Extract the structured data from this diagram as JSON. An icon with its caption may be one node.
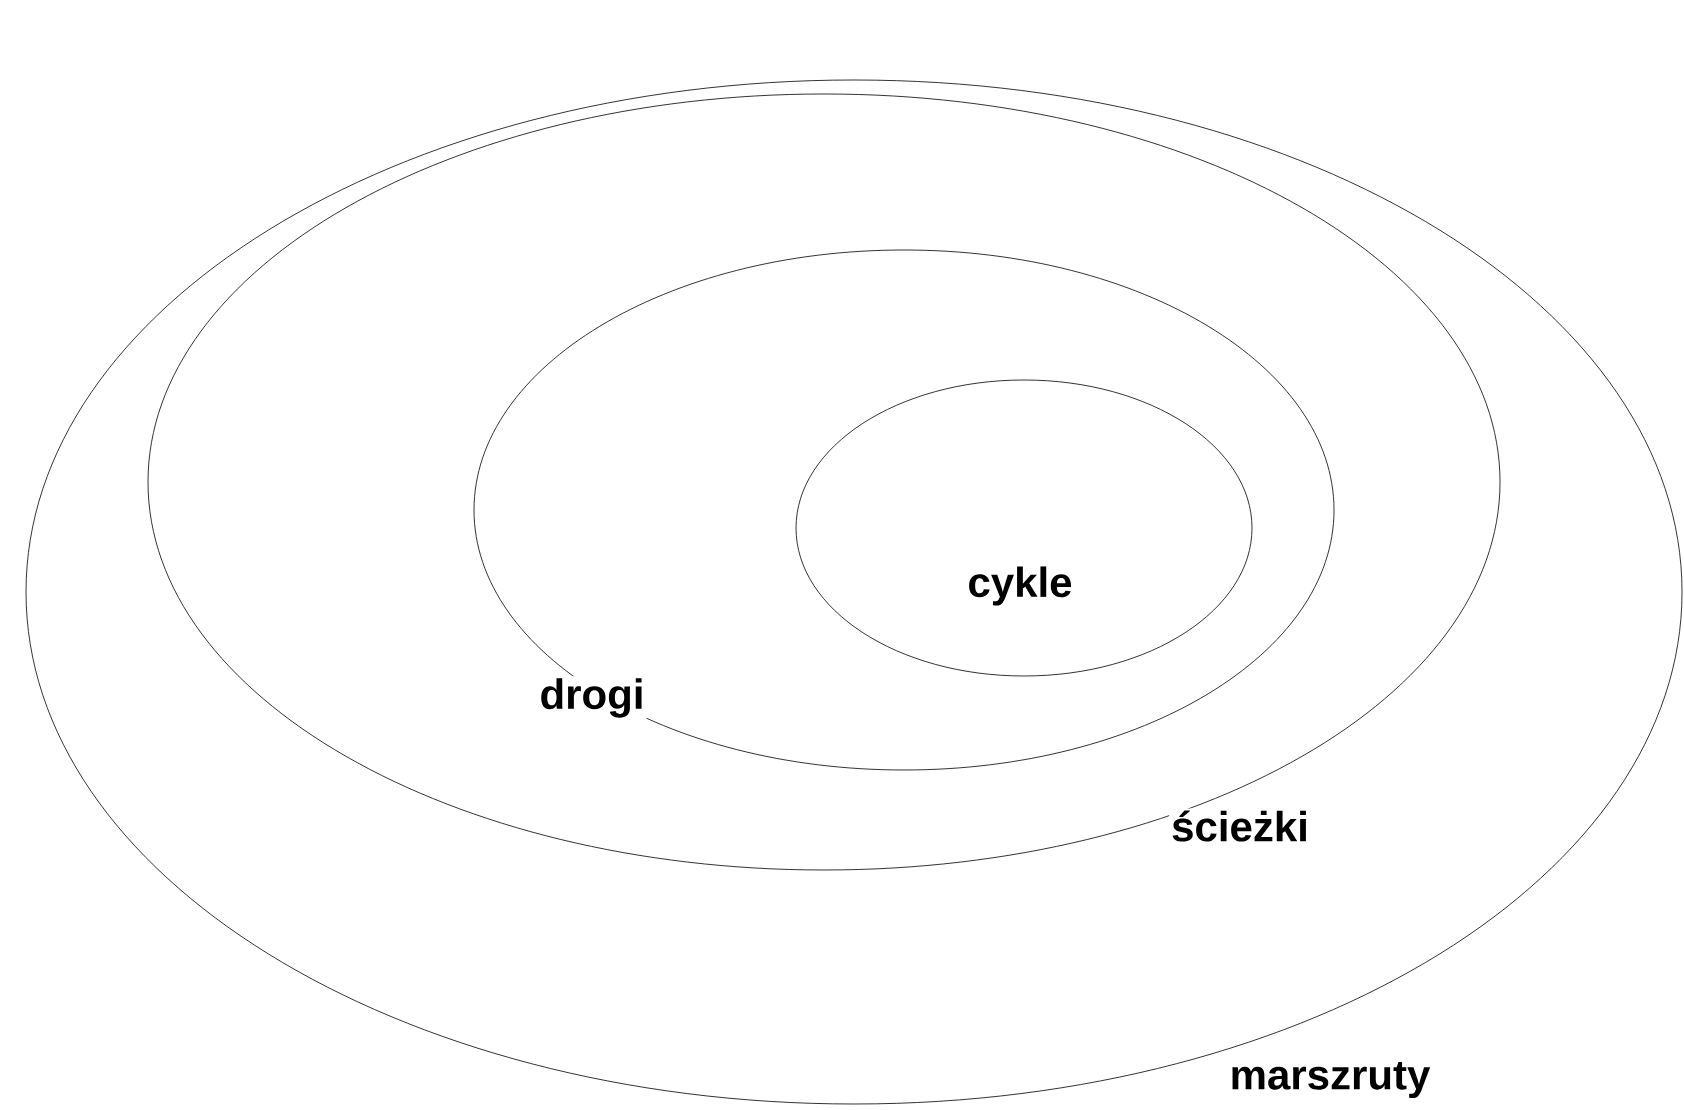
{
  "diagram": {
    "nodes": [
      {
        "text": [
          "marszruty"
        ]
      },
      {
        "text": [
          "ścieżki"
        ],
        "in": 0
      },
      {
        "text": [
          "drogi"
        ],
        "in": 1
      },
      {
        "text": [
          "cykle"
        ],
        "in": 2
      }
    ]
  }
}
